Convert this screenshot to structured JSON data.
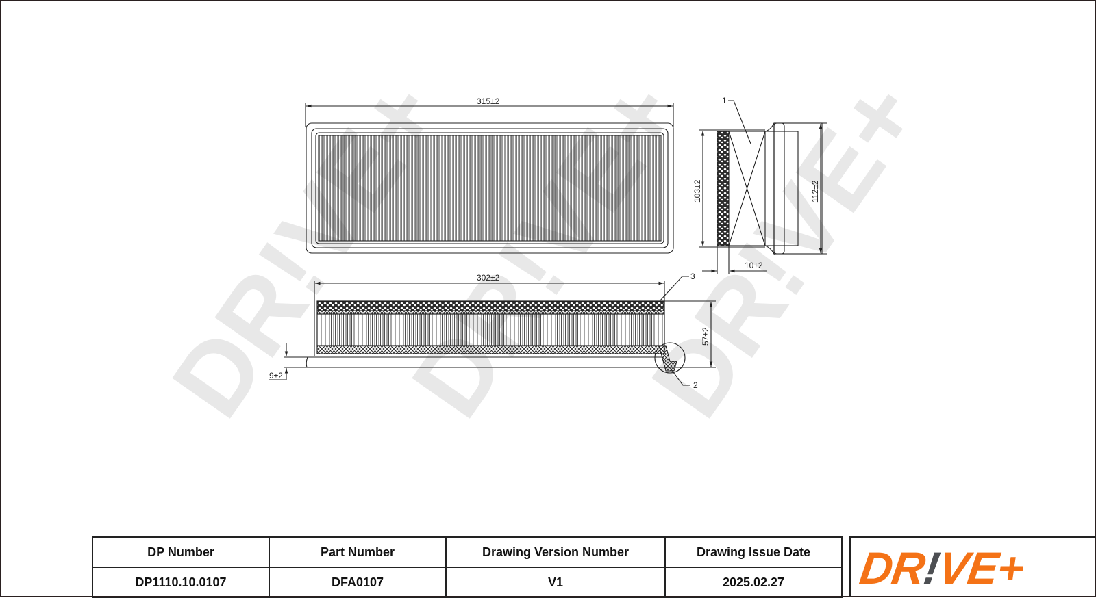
{
  "drawing": {
    "title_block": {
      "headers": [
        "DP Number",
        "Part Number",
        "Drawing Version Number",
        "Drawing Issue Date"
      ],
      "values": [
        "DP1110.10.0107",
        "DFA0107",
        "V1",
        "2025.02.27"
      ]
    },
    "logo": {
      "text_before": "DR",
      "text_bang": "!",
      "text_after": "VE+",
      "brand_color": "#f47216",
      "bang_color": "#4d4f53"
    },
    "watermark": {
      "text": "DR!VE+",
      "color": "#e6e6e6",
      "count": 3
    },
    "dimensions": {
      "top_view_length": "315±2",
      "side_view_length": "302±2",
      "end_view_inner_height": "103±2",
      "end_view_outer_height": "112±2",
      "media_thickness": "10±2",
      "overall_height": "57±2",
      "seal_height": "9±2"
    },
    "callouts": {
      "c1": "1",
      "c2": "2",
      "c3": "3"
    }
  }
}
